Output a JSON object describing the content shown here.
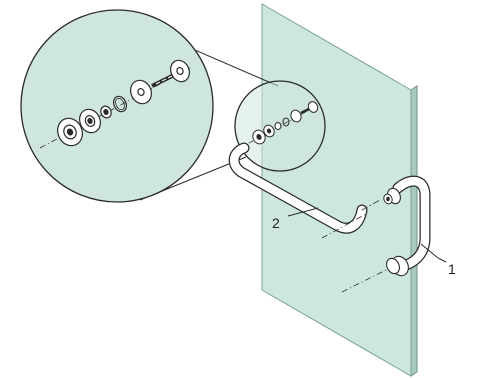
{
  "diagram": {
    "callouts": {
      "one": "1",
      "two": "2"
    },
    "parts": {
      "glass_panel": "glass-panel",
      "inner_handle": "handle-inner",
      "outer_handle": "handle-outer",
      "magnifier": "detail-magnifier",
      "fastener_set": "fastener-set"
    },
    "colors": {
      "glass_face": "#cde7dc",
      "glass_edge": "#a9cbbd",
      "line": "#2a2a2a",
      "magnifier_fill": "#cfe6dc"
    }
  }
}
